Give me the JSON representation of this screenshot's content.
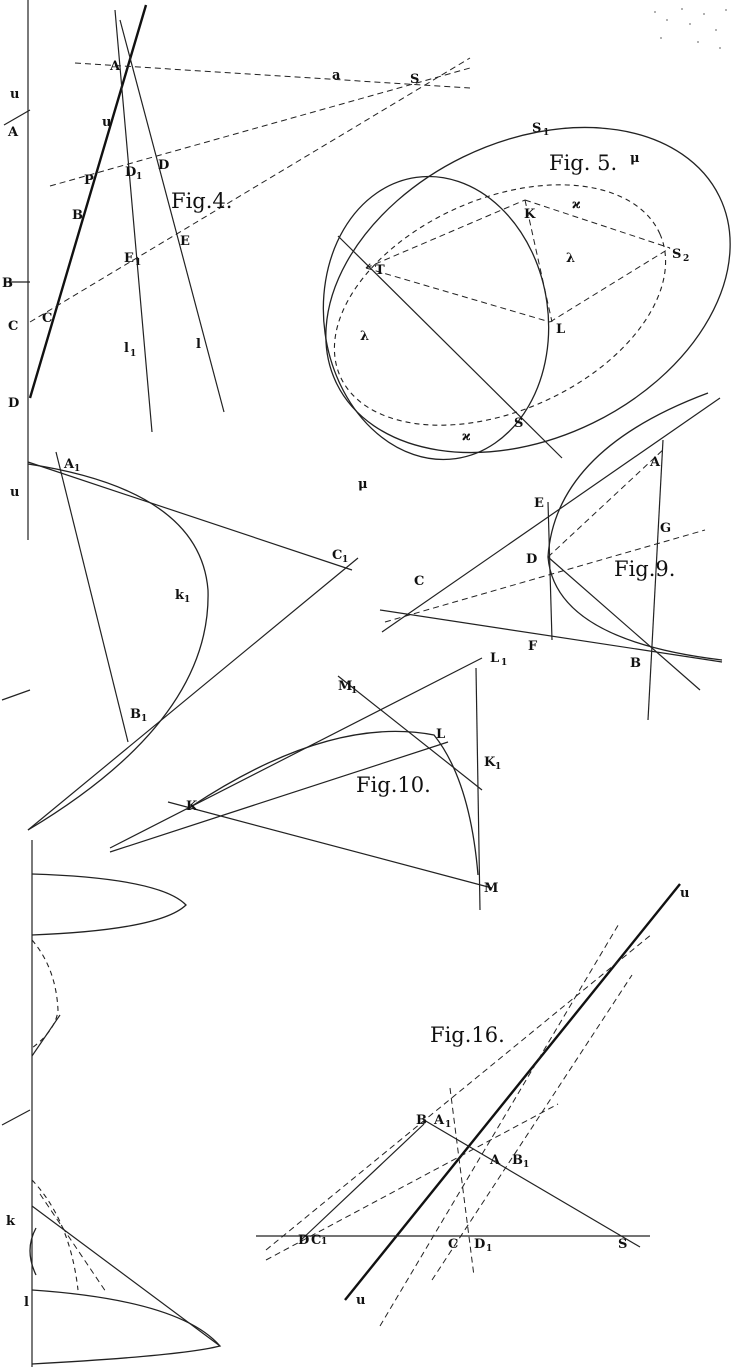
{
  "figures": {
    "fig4": {
      "title": "Fig.4.",
      "labels": {
        "A": "A",
        "a": "a",
        "S": "S",
        "u": "u",
        "P": "P",
        "D1": "D",
        "D1sub": "1",
        "D": "D",
        "B": "B",
        "E": "E",
        "E1": "E",
        "E1sub": "1",
        "C": "C",
        "l1": "l",
        "l1sub": "1",
        "l": "l"
      }
    },
    "fig5": {
      "title": "Fig. 5.",
      "labels": {
        "S1": "S",
        "S1sub": "1",
        "mu_top": "μ",
        "K": "K",
        "kappa_top": "ϰ",
        "lambda_r": "λ",
        "S2": "S",
        "S2sub": "2",
        "T": "T",
        "L": "L",
        "lambda_l": "λ",
        "S": "S",
        "kappa_bot": "ϰ",
        "mu_bot": "μ"
      }
    },
    "fig9": {
      "title": "Fig.9.",
      "labels": {
        "A": "A",
        "E": "E",
        "G": "G",
        "D": "D",
        "C": "C",
        "F": "F",
        "B": "B"
      }
    },
    "figk1": {
      "labels": {
        "A1": "A",
        "A1sub": "1",
        "C1": "C",
        "C1sub": "1",
        "k1": "k",
        "k1sub": "1",
        "B1": "B",
        "B1sub": "1"
      }
    },
    "fig10": {
      "title": "Fig.10.",
      "labels": {
        "L1": "L",
        "L1sub": "1",
        "M1": "M",
        "M1sub": "1",
        "L": "L",
        "K1": "K",
        "K1sub": "1",
        "K": "K",
        "M": "M"
      }
    },
    "fig16": {
      "title": "Fig.16.",
      "labels": {
        "u_top": "u",
        "B": "B",
        "A1": "A",
        "A1sub": "1",
        "A": "A",
        "B1": "B",
        "B1sub": "1",
        "D": "D",
        "C1": "C",
        "C1sub": "1",
        "C": "C",
        "D1": "D",
        "D1sub": "1",
        "S": "S",
        "u_bot": "u"
      }
    },
    "margin": {
      "labels": {
        "u_top": "u",
        "A": "A",
        "B": "B",
        "C": "C",
        "D": "D",
        "u_bot": "u",
        "k": "k",
        "l": "l"
      }
    }
  }
}
